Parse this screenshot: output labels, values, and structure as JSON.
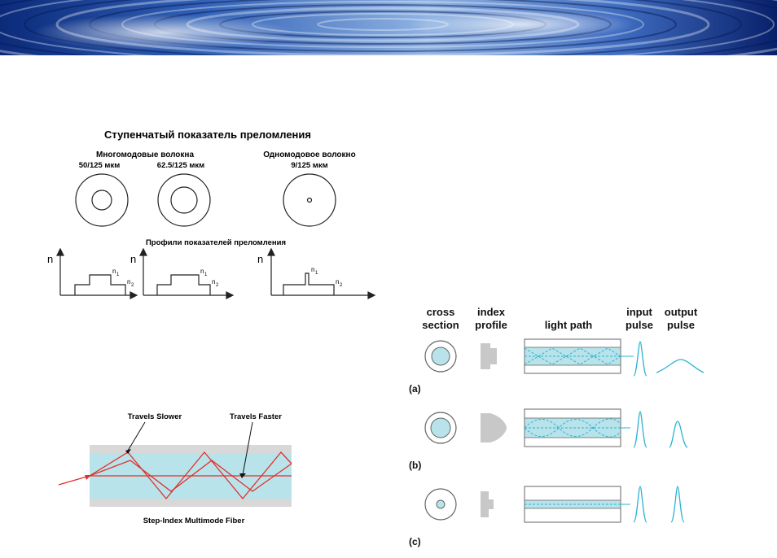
{
  "step_index": {
    "title": "Ступенчатый показатель преломления",
    "multimode_label": "Многомодовые волокна",
    "fiber_50": "50/125 мкм",
    "fiber_62": "62.5/125 мкм",
    "singlemode_label": "Одномодовое волокно",
    "fiber_9": "9/125 мкм",
    "profiles_title": "Профили показателей преломления",
    "axis_n": "n",
    "n1": "n",
    "n1_sub": "1",
    "n2": "n",
    "n2_sub": "2"
  },
  "multimode": {
    "slower": "Travels Slower",
    "faster": "Travels Faster",
    "caption": "Step-Index Multimode Fiber"
  },
  "comparison": {
    "col_cross": "cross",
    "col_cross2": "section",
    "col_index": "index",
    "col_index2": "profile",
    "col_light": "light path",
    "col_input": "input",
    "col_input2": "pulse",
    "col_output": "output",
    "col_output2": "pulse",
    "row_a": "(a)",
    "row_b": "(b)",
    "row_c": "(c)"
  },
  "colors": {
    "banner_dark": "#0a1f6b",
    "core_fill": "#b9e3ea",
    "cyan_line": "#2bb3d3",
    "ray_red": "#e0302a",
    "cladding_gray": "#d8d8d8"
  }
}
